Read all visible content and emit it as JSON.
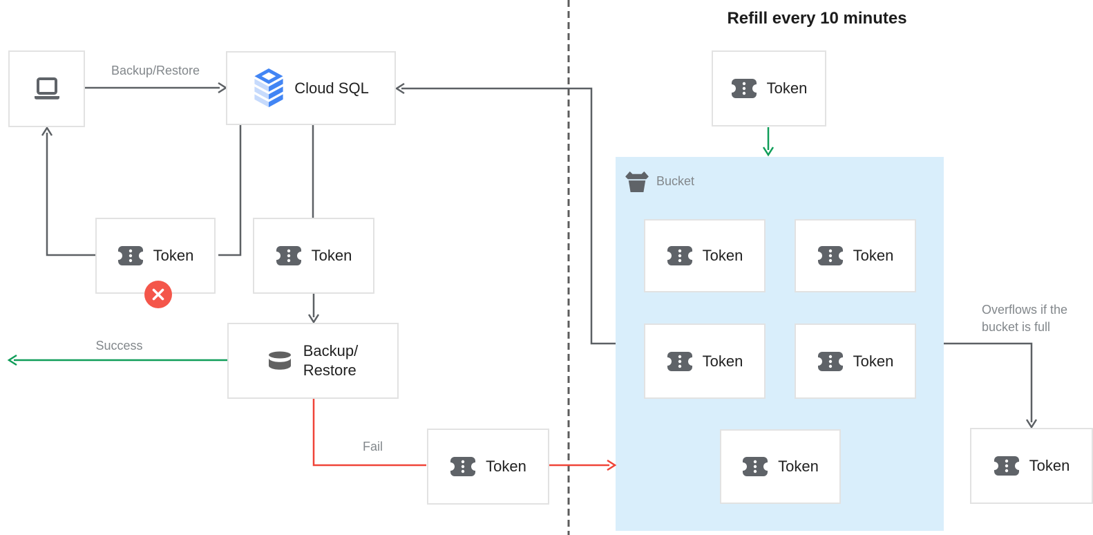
{
  "diagram": {
    "left": {
      "client": {
        "icon": "laptop-icon"
      },
      "cloud_sql": {
        "label": "Cloud SQL"
      },
      "backup_restore_edge_label": "Backup/Restore",
      "token_rejected": {
        "label": "Token",
        "badge": "error-x"
      },
      "token_request": {
        "label": "Token"
      },
      "backup_restore": {
        "label_line1": "Backup/",
        "label_line2": "Restore"
      },
      "success_label": "Success",
      "fail_label": "Fail",
      "token_fail": {
        "label": "Token"
      }
    },
    "right": {
      "title": "Refill every 10 minutes",
      "refill_token": {
        "label": "Token"
      },
      "bucket": {
        "label": "Bucket",
        "tokens": [
          {
            "label": "Token"
          },
          {
            "label": "Token"
          },
          {
            "label": "Token"
          },
          {
            "label": "Token"
          },
          {
            "label": "Token"
          }
        ]
      },
      "overflow_note_line1": "Overflows if the",
      "overflow_note_line2": "bucket is full",
      "overflow_token": {
        "label": "Token"
      }
    },
    "colors": {
      "success_green": "#0f9d58",
      "fail_red": "#ef4438",
      "bucket_fill": "#d9eefb",
      "line_gray": "#5c6064",
      "label_gray": "#82878b",
      "box_border": "#e2e2e2",
      "text_dark": "#212121",
      "cloud_sql_blue": "#4285f4",
      "cloud_sql_light_blue": "#c6dafc",
      "error_badge_red": "#f4564a"
    }
  }
}
